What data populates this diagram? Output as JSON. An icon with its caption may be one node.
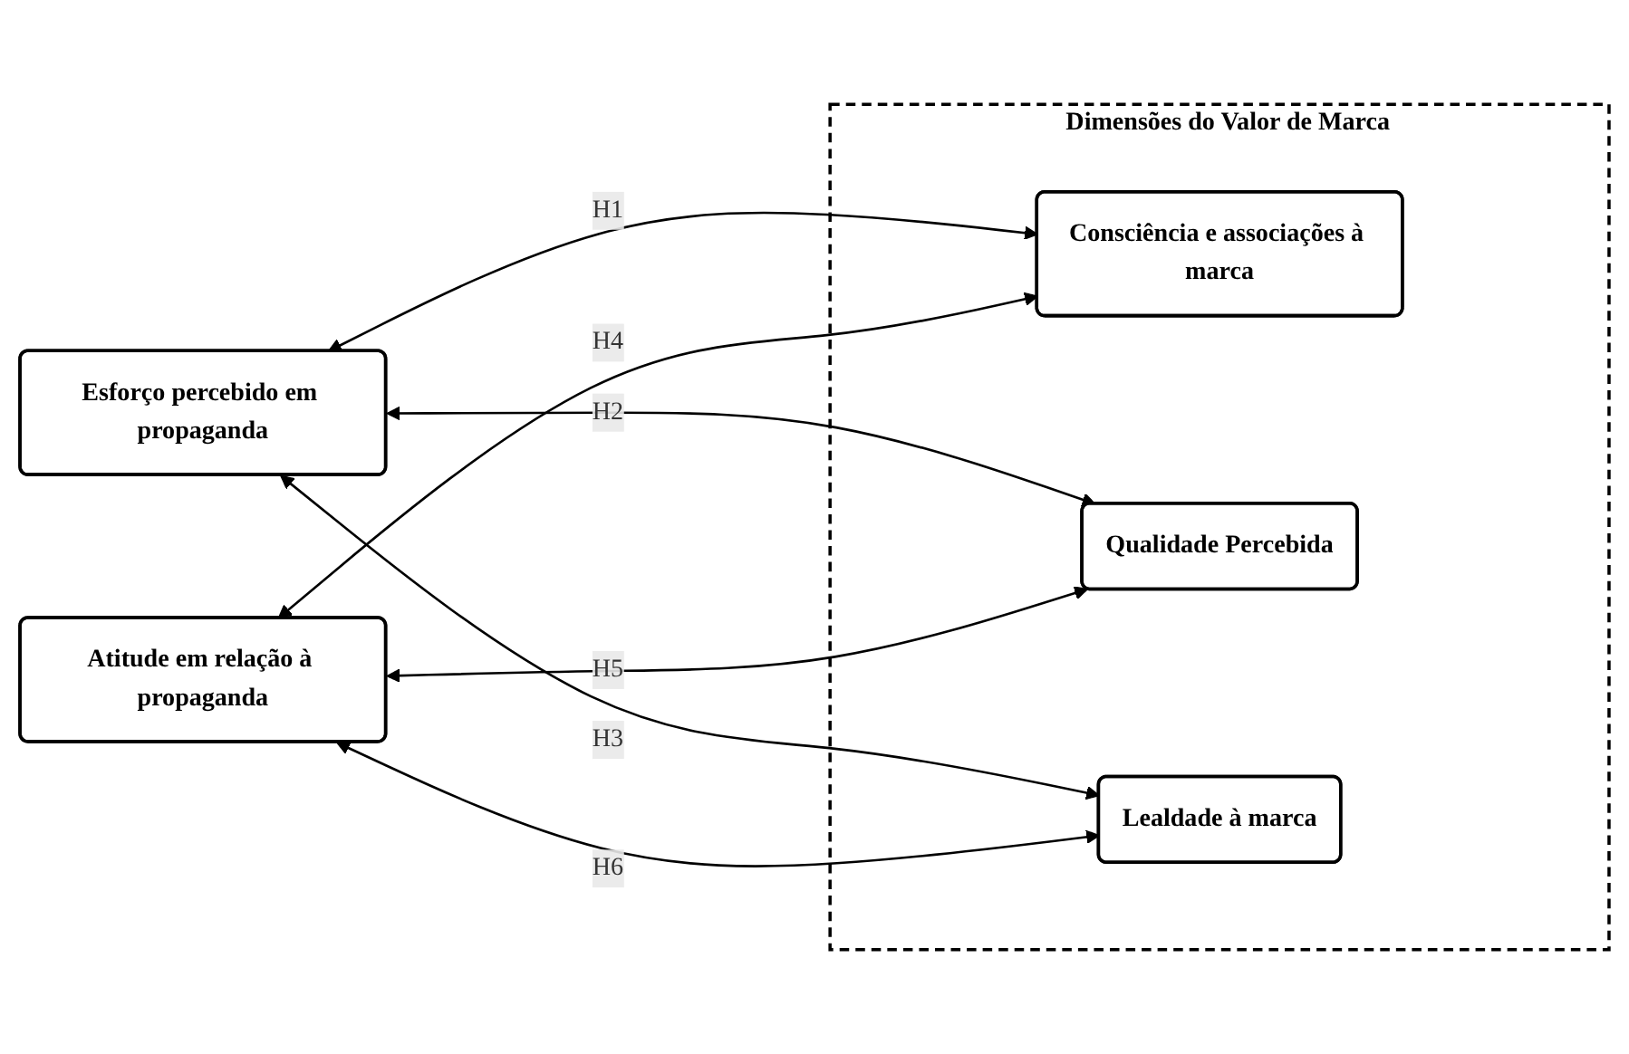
{
  "diagram": {
    "nodes": [
      {
        "text": [
          "Esforço percebido em propaganda"
        ]
      },
      {
        "text": [
          "Atitude em relação à propaganda"
        ]
      },
      {
        "text": [
          "Dimensões do Valor de Marca"
        ]
      },
      {
        "text": [
          "Consciência e associações à marca"
        ],
        "in": 2
      },
      {
        "text": [
          "Qualidade Percebida"
        ],
        "in": 2
      },
      {
        "text": [
          "Lealdade à marca"
        ],
        "in": 2
      }
    ],
    "edges": [
      {
        "from": 0,
        "to": 3,
        "arrow": "both",
        "label": "H1"
      },
      {
        "from": 0,
        "to": 4,
        "arrow": "both",
        "label": "H2"
      },
      {
        "from": 0,
        "to": 5,
        "arrow": "both",
        "label": "H3"
      },
      {
        "from": 1,
        "to": 3,
        "arrow": "both",
        "label": "H4"
      },
      {
        "from": 1,
        "to": 4,
        "arrow": "both",
        "label": "H5"
      },
      {
        "from": 1,
        "to": 5,
        "arrow": "both",
        "label": "H6"
      }
    ]
  }
}
